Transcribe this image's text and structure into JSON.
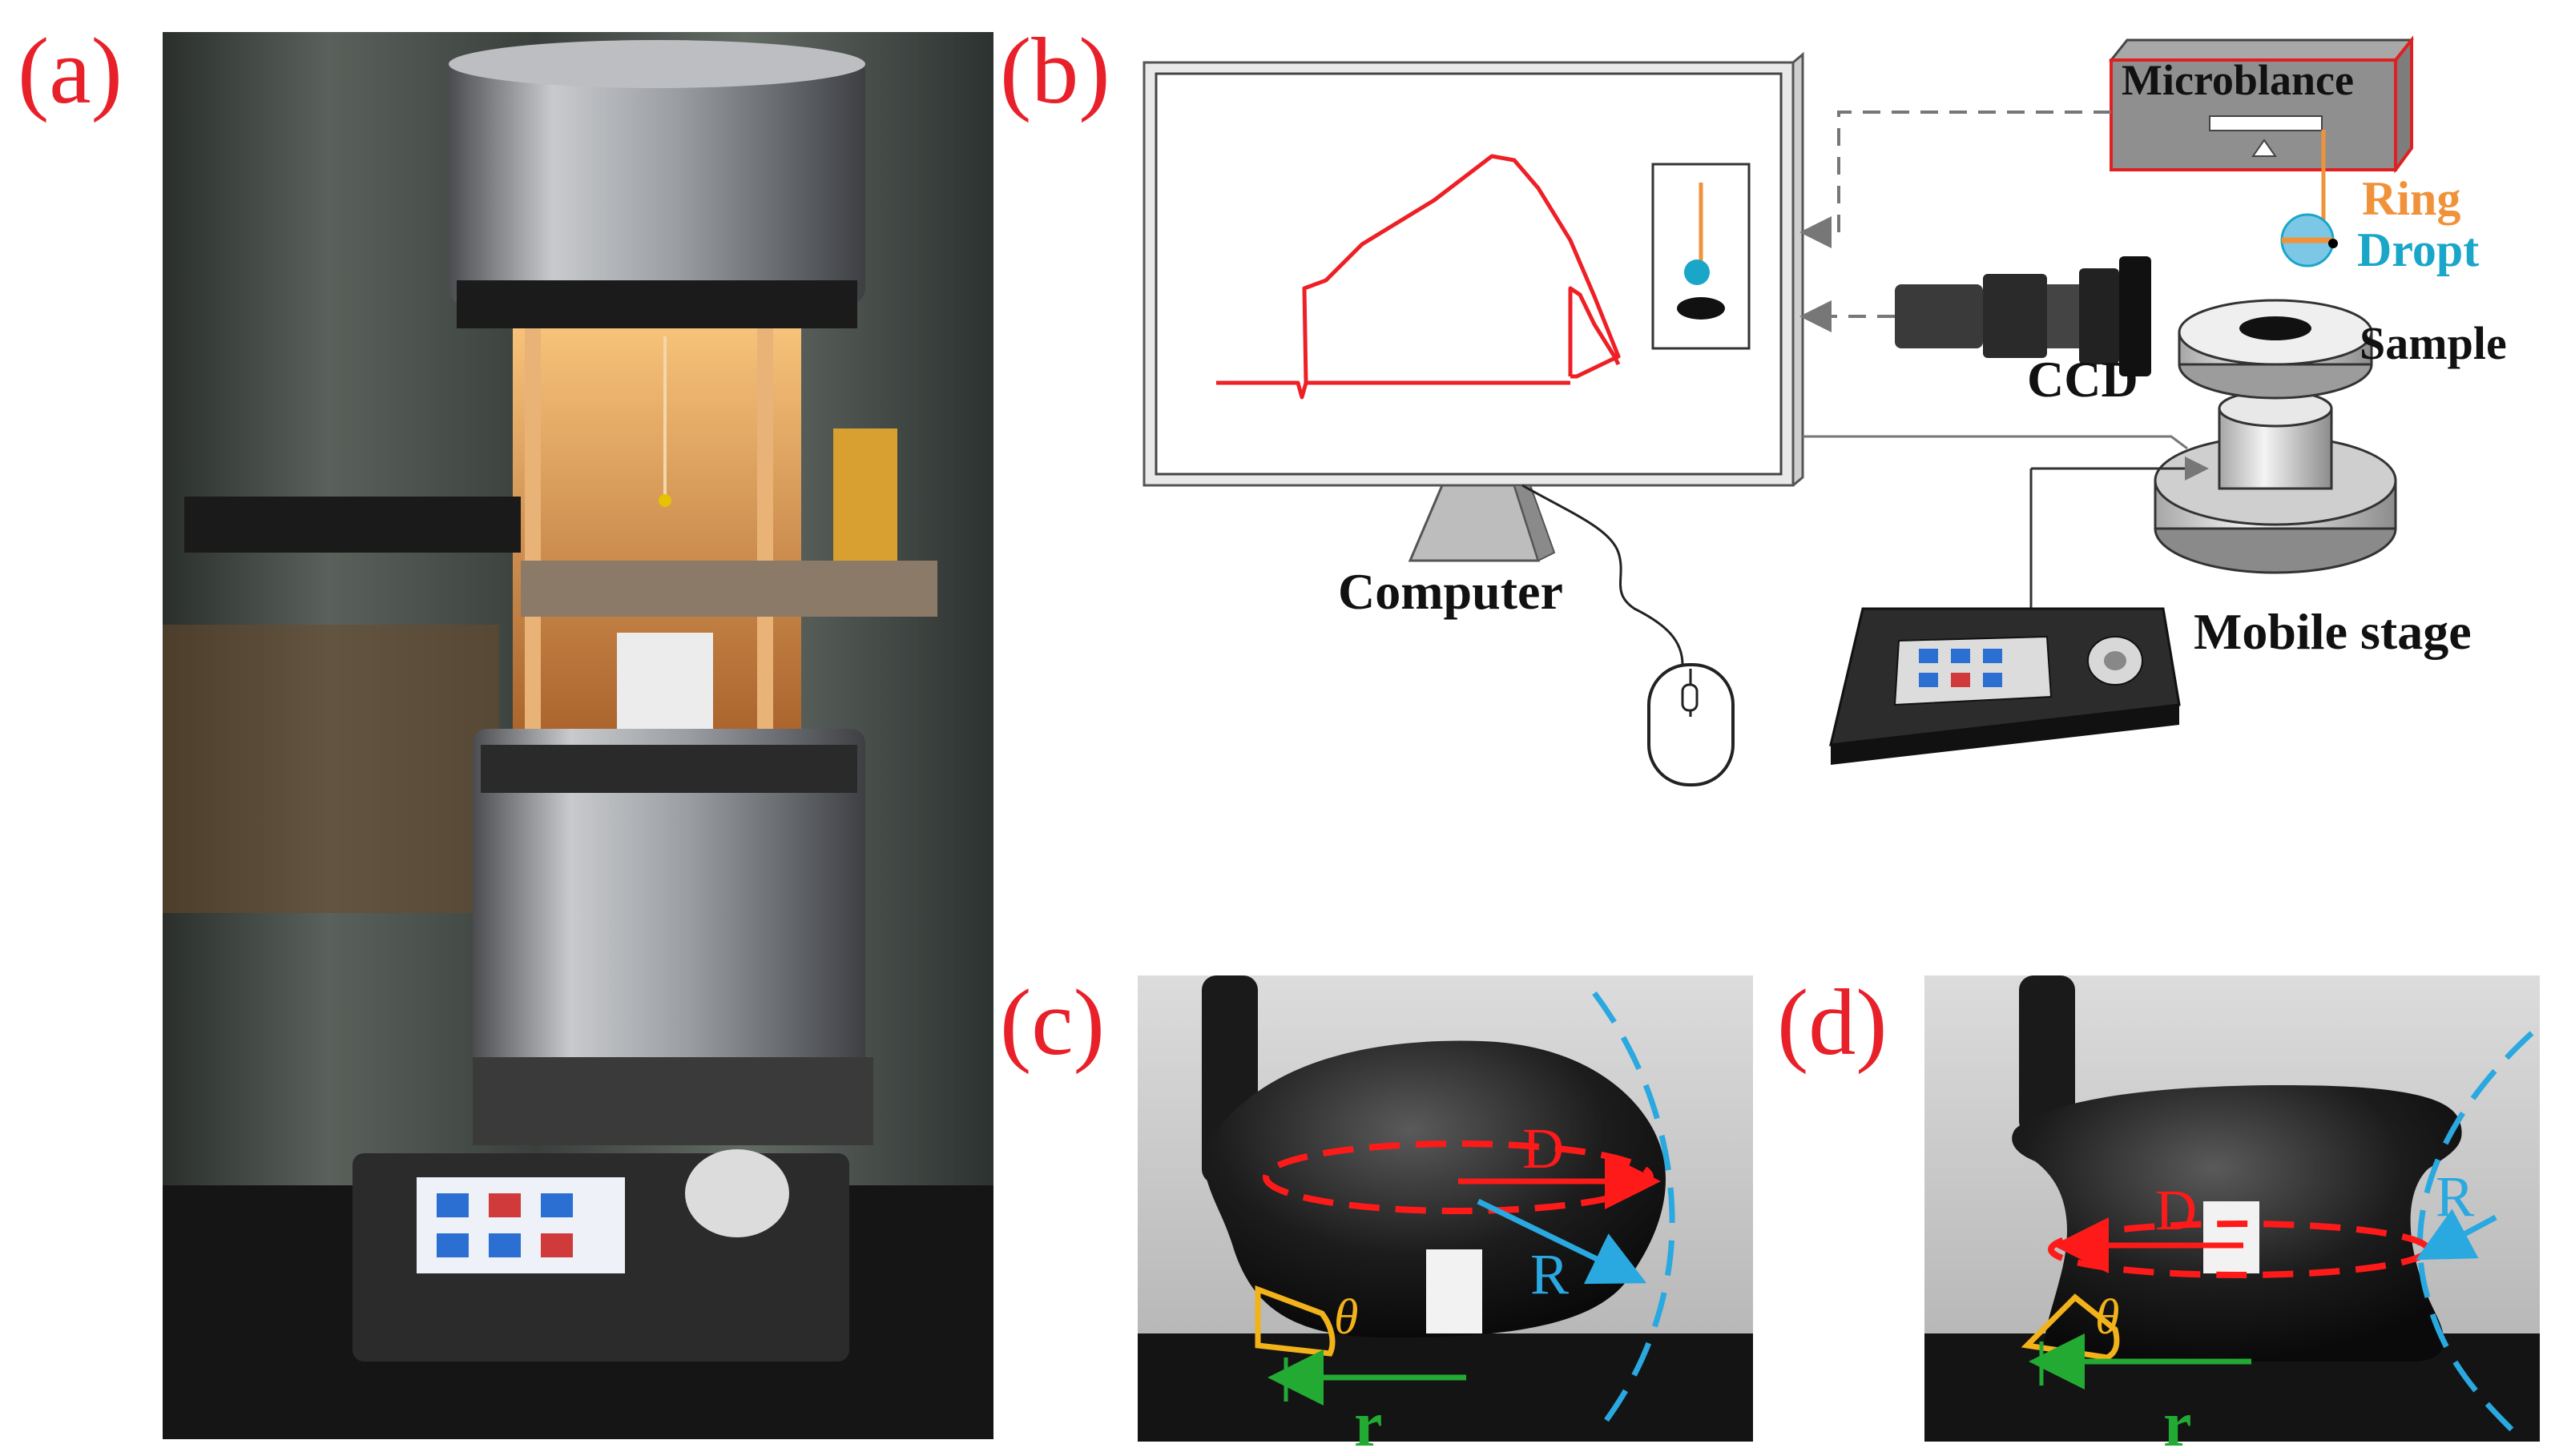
{
  "panels": {
    "a": {
      "label": "(a)"
    },
    "b": {
      "label": "(b)",
      "components": {
        "microbalance": "Microblance",
        "ring": "Ring",
        "drop": "Dropt",
        "ccd": "CCD",
        "sample": "Sample",
        "computer": "Computer",
        "stage": "Mobile stage"
      }
    },
    "c": {
      "label": "(c)",
      "symbols": {
        "d": "D",
        "r_big": "R",
        "theta": "θ",
        "r_small": "r"
      }
    },
    "d": {
      "label": "(d)",
      "symbols": {
        "d": "D",
        "r_big": "R",
        "theta": "θ",
        "r_small": "r"
      }
    }
  },
  "colors": {
    "label_red": "#e8202a",
    "ring_orange": "#f0923a",
    "drop_cyan": "#1aa6c8",
    "arrow_red": "#ff1a1a",
    "radius_blue": "#2aa8e0",
    "angle_yellow": "#f2b21a",
    "base_green": "#22aa33"
  }
}
